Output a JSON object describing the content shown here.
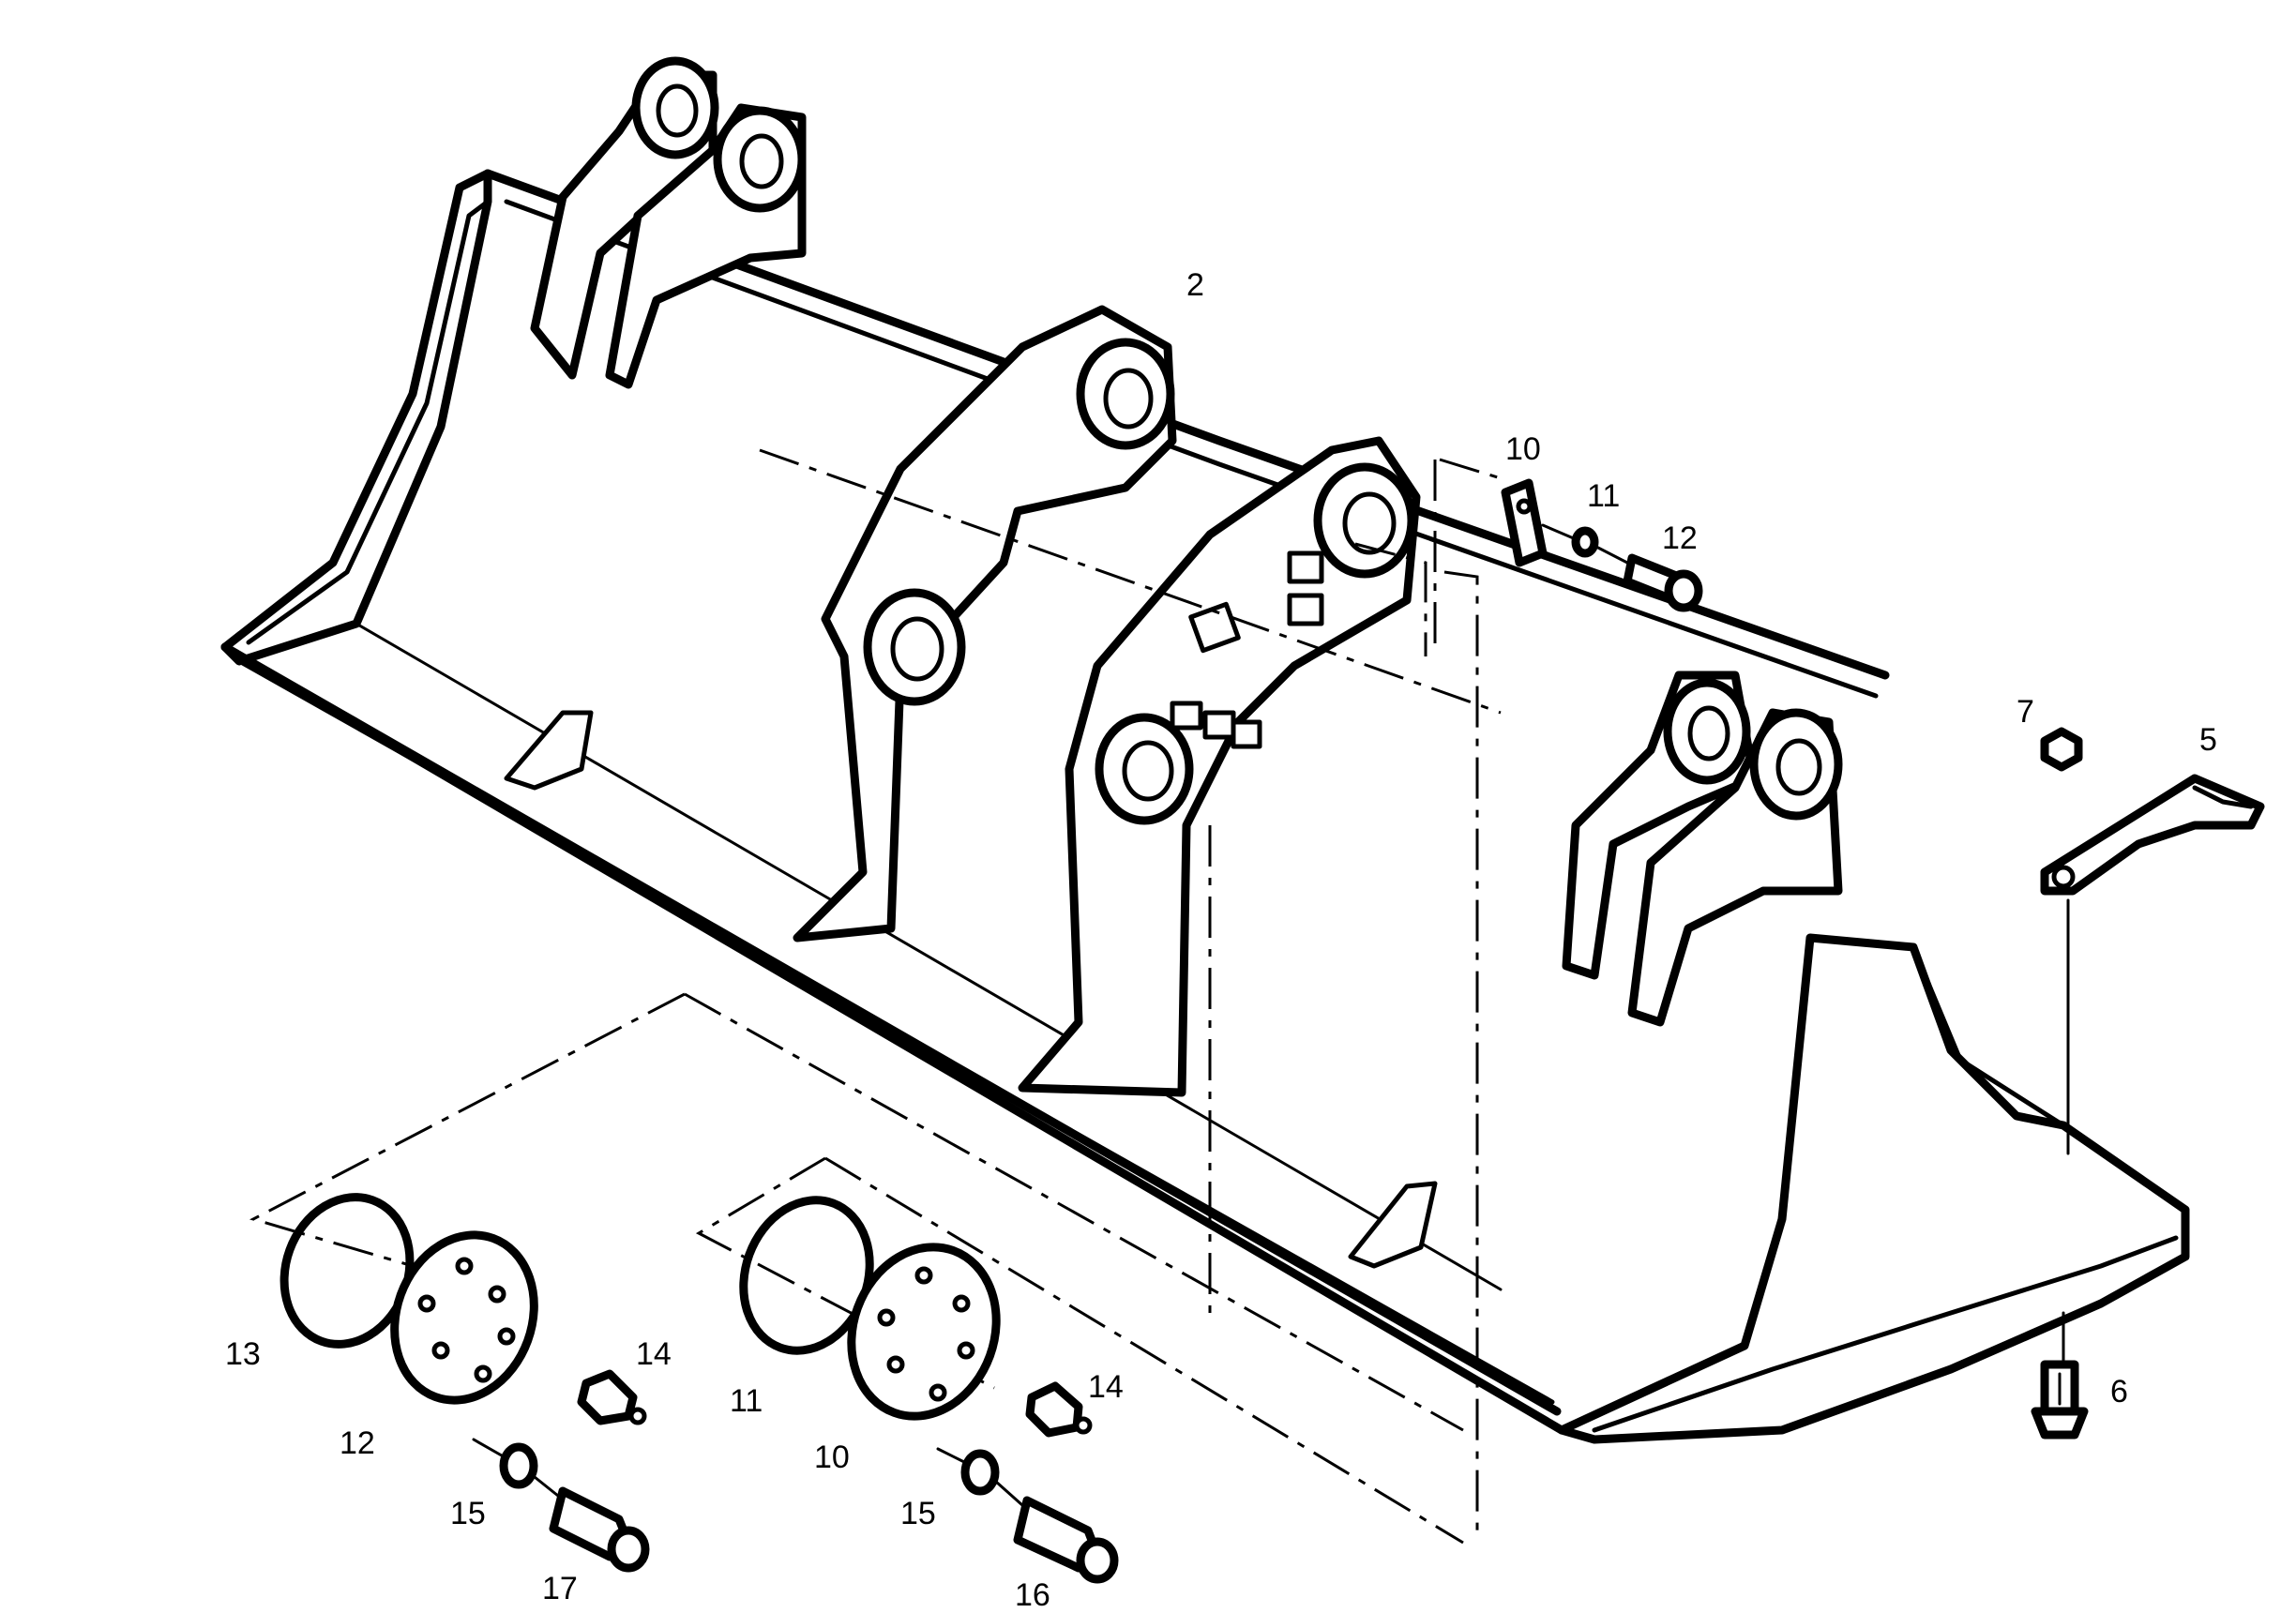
{
  "diagram": {
    "type": "exploded-parts-drawing",
    "callouts": {
      "c2": "2",
      "c5": "5",
      "c6": "6",
      "c7": "7",
      "c10_top": "10",
      "c11_top": "11",
      "c12_top": "12",
      "c13": "13",
      "c12_left": "12",
      "c14_left": "14",
      "c15_left": "15",
      "c17": "17",
      "c11_mid": "11",
      "c10_mid": "10",
      "c14_mid": "14",
      "c15_mid": "15",
      "c16": "16"
    },
    "colors": {
      "ink": "#000000",
      "paper": "#ffffff"
    }
  }
}
